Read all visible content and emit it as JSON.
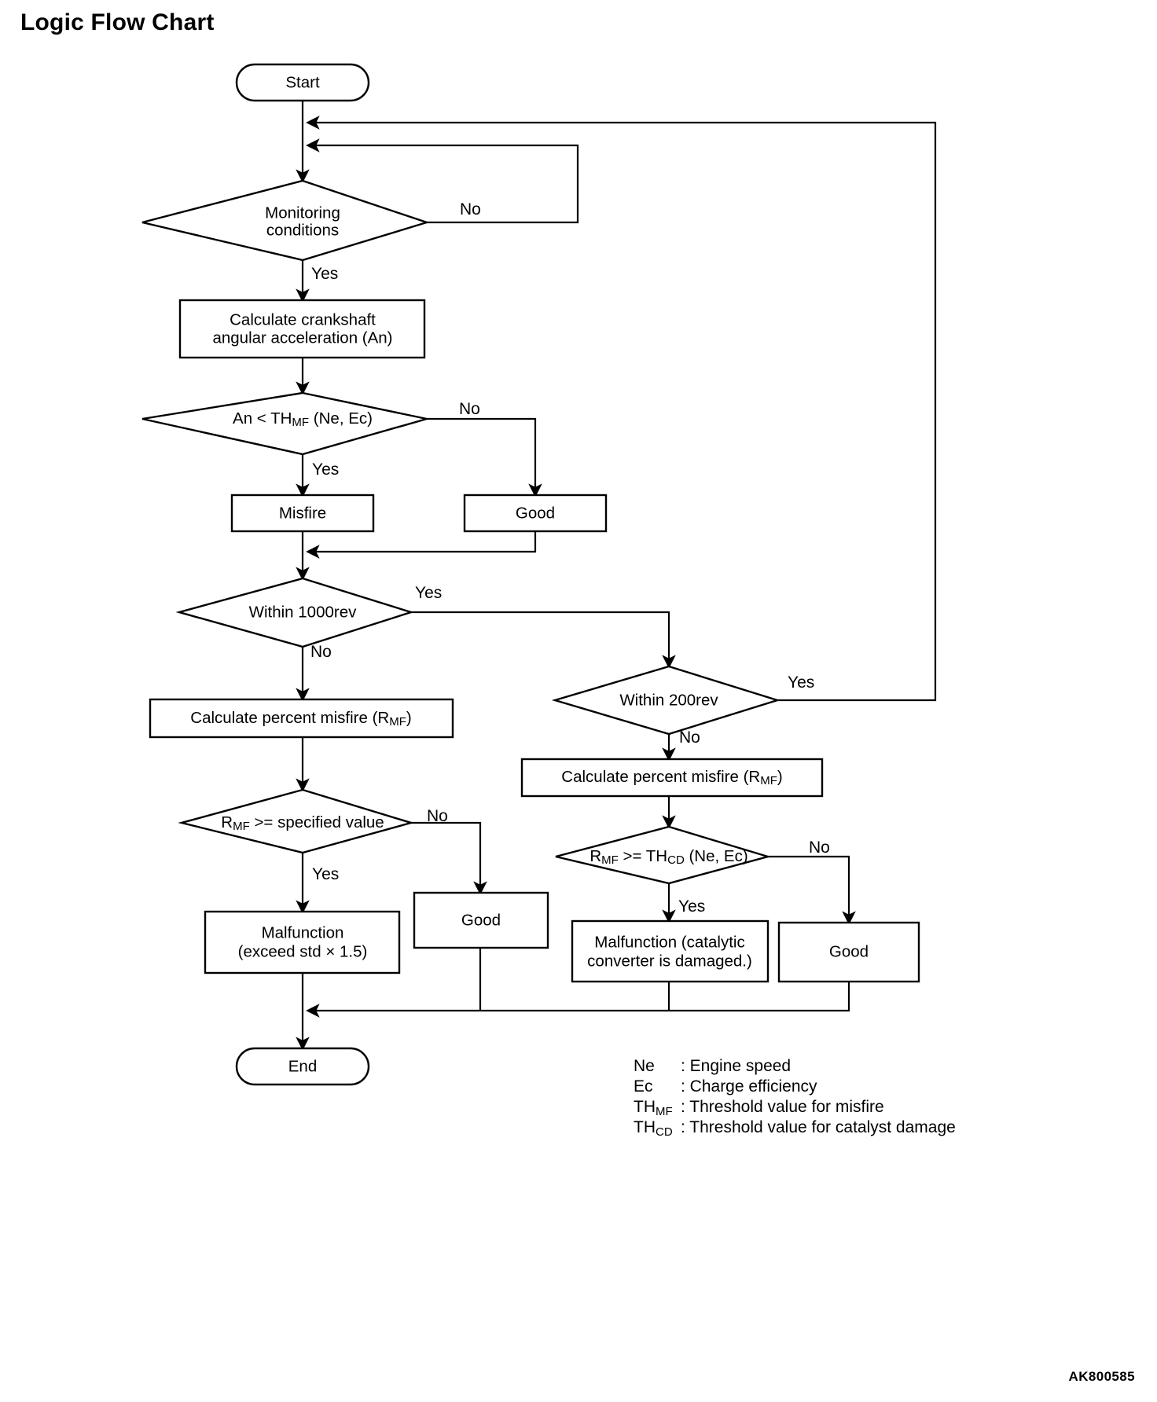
{
  "title": "Logic Flow Chart",
  "code": "AK800585",
  "chart_data": {
    "type": "diagram",
    "diagram_kind": "flowchart",
    "nodes": [
      {
        "id": "start",
        "shape": "terminator",
        "text": "Start"
      },
      {
        "id": "mon",
        "shape": "decision",
        "text": "Monitoring conditions"
      },
      {
        "id": "calc_an",
        "shape": "process",
        "text": "Calculate crankshaft angular acceleration (An)"
      },
      {
        "id": "an_thmf",
        "shape": "decision",
        "text": "An < TH",
        "sub": "MF",
        "text_tail": " (Ne, Ec)"
      },
      {
        "id": "misfire",
        "shape": "process",
        "text": "Misfire"
      },
      {
        "id": "good1",
        "shape": "process",
        "text": "Good"
      },
      {
        "id": "within1000",
        "shape": "decision",
        "text": "Within 1000rev"
      },
      {
        "id": "calc_rmf_l",
        "shape": "process",
        "text": "Calculate percent misfire (R",
        "sub": "MF",
        "text_tail": ")"
      },
      {
        "id": "rmf_spec",
        "shape": "decision",
        "text": "R",
        "sub": "MF",
        "text_tail": " >= specified value"
      },
      {
        "id": "malfunction",
        "shape": "process",
        "text": "Malfunction (exceed std × 1.5)"
      },
      {
        "id": "good2",
        "shape": "process",
        "text": "Good"
      },
      {
        "id": "within200",
        "shape": "decision",
        "text": "Within 200rev"
      },
      {
        "id": "calc_rmf_r",
        "shape": "process",
        "text": "Calculate percent misfire (R",
        "sub": "MF",
        "text_tail": ")"
      },
      {
        "id": "rmf_thcd",
        "shape": "decision",
        "text": "R",
        "sub": "MF",
        "text_tail": " >= TH",
        "sub2": "CD",
        "text_tail2": " (Ne, Ec)"
      },
      {
        "id": "malfunction2",
        "shape": "process",
        "text": "Malfunction (catalytic converter is damaged.)"
      },
      {
        "id": "good3",
        "shape": "process",
        "text": "Good"
      },
      {
        "id": "end",
        "shape": "terminator",
        "text": "End"
      }
    ],
    "edges": [
      {
        "from": "start",
        "to": "mon",
        "label": ""
      },
      {
        "from": "mon",
        "to": "calc_an",
        "label": "Yes"
      },
      {
        "from": "mon",
        "to": "mon",
        "label": "No"
      },
      {
        "from": "calc_an",
        "to": "an_thmf",
        "label": ""
      },
      {
        "from": "an_thmf",
        "to": "misfire",
        "label": "Yes"
      },
      {
        "from": "an_thmf",
        "to": "good1",
        "label": "No"
      },
      {
        "from": "misfire",
        "to": "within1000",
        "label": ""
      },
      {
        "from": "good1",
        "to": "within1000",
        "label": ""
      },
      {
        "from": "within1000",
        "to": "within200",
        "label": "Yes"
      },
      {
        "from": "within1000",
        "to": "calc_rmf_l",
        "label": "No"
      },
      {
        "from": "calc_rmf_l",
        "to": "rmf_spec",
        "label": ""
      },
      {
        "from": "rmf_spec",
        "to": "malfunction",
        "label": "Yes"
      },
      {
        "from": "rmf_spec",
        "to": "good2",
        "label": "No"
      },
      {
        "from": "within200",
        "to": "mon",
        "label": "Yes"
      },
      {
        "from": "within200",
        "to": "calc_rmf_r",
        "label": "No"
      },
      {
        "from": "calc_rmf_r",
        "to": "rmf_thcd",
        "label": ""
      },
      {
        "from": "rmf_thcd",
        "to": "malfunction2",
        "label": "Yes"
      },
      {
        "from": "rmf_thcd",
        "to": "good3",
        "label": "No"
      },
      {
        "from": "malfunction",
        "to": "end",
        "label": ""
      },
      {
        "from": "good2",
        "to": "end",
        "label": ""
      },
      {
        "from": "malfunction2",
        "to": "end",
        "label": ""
      },
      {
        "from": "good3",
        "to": "end",
        "label": ""
      }
    ]
  },
  "labels": {
    "start": "Start",
    "end": "End",
    "monitoring": "Monitoring",
    "conditions": "conditions",
    "calc_crankshaft_l1": "Calculate crankshaft",
    "calc_crankshaft_l2": "angular acceleration (An)",
    "an_prefix": "An < TH",
    "an_sub": "MF",
    "an_suffix": " (Ne, Ec)",
    "misfire": "Misfire",
    "good_1": "Good",
    "within_1000rev": "Within 1000rev",
    "calc_percent_prefix": "Calculate percent misfire (R",
    "calc_percent_sub": "MF",
    "calc_percent_suffix": ")",
    "rmf_prefix": "R",
    "rmf_sub": "MF",
    "rmf_spec_suffix": " >= specified value",
    "malfunction_l1": "Malfunction",
    "malfunction_l2": "(exceed std × 1.5)",
    "good_2": "Good",
    "within_200rev": "Within 200rev",
    "calc_percent_prefix_r": "Calculate percent misfire (R",
    "calc_percent_sub_r": "MF",
    "calc_percent_suffix_r": ")",
    "thcd_prefix": "R",
    "thcd_sub": "MF",
    "thcd_mid": " >= TH",
    "thcd_sub2": "CD",
    "thcd_suffix": " (Ne, Ec)",
    "malfunction2_l1": "Malfunction (catalytic",
    "malfunction2_l2": "converter is damaged.)",
    "good_3": "Good",
    "yes": "Yes",
    "no": "No"
  },
  "edge_labels": {
    "mon_no": "No",
    "mon_yes": "Yes",
    "an_no": "No",
    "an_yes": "Yes",
    "w1000_yes": "Yes",
    "w1000_no": "No",
    "rmfspec_no": "No",
    "rmfspec_yes": "Yes",
    "w200_yes": "Yes",
    "w200_no": "No",
    "thcd_no": "No",
    "thcd_yes": "Yes"
  },
  "legend": {
    "rows": [
      {
        "symbol": "Ne",
        "sub": "",
        "sep": ": ",
        "desc": "Engine speed"
      },
      {
        "symbol": "Ec",
        "sub": "",
        "sep": ": ",
        "desc": "Charge efficiency"
      },
      {
        "symbol": "TH",
        "sub": "MF",
        "sep": ": ",
        "desc": "Threshold value for misfire"
      },
      {
        "symbol": "TH",
        "sub": "CD",
        "sep": ": ",
        "desc": "Threshold value for catalyst damage"
      }
    ]
  },
  "colors": {
    "stroke": "#000000",
    "background": "#ffffff",
    "text": "#000000"
  }
}
